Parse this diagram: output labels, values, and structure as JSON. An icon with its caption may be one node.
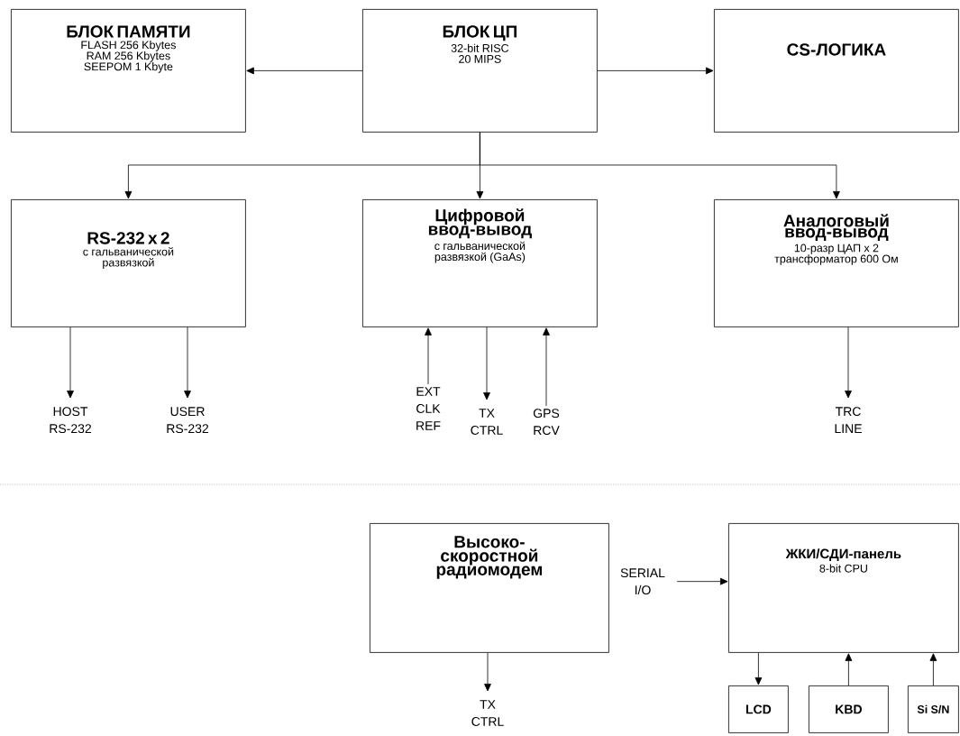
{
  "diagram": {
    "nodes": [
      {
        "text": [
          "БЛОК ПАМЯТИ",
          "FLASH 256 Kbytes RAM 256 Kbytes SEEPOM 1 Kbyte"
        ]
      },
      {
        "text": [
          "БЛОК ЦП",
          "32-bit RISC 20 MIPS"
        ]
      },
      {
        "text": [
          "CS-ЛОГИКА"
        ]
      },
      {
        "text": [
          "RS-232 x 2",
          "с гальванической развязкой"
        ]
      },
      {
        "text": [
          "Цифровой ввод-вывод",
          "с гальванической развязкой (GaAs)"
        ]
      },
      {
        "text": [
          "Аналоговый ввод-вывод",
          "10-разр ЦАП x 2 трансформатор 600 Ом"
        ]
      },
      {
        "text": [
          "HOST RS-232"
        ]
      },
      {
        "text": [
          "USER RS-232"
        ]
      },
      {
        "text": [
          "EXT CLK REF"
        ]
      },
      {
        "text": [
          "TX CTRL"
        ]
      },
      {
        "text": [
          "GPS RCV"
        ]
      },
      {
        "text": [
          "TRC LINE"
        ]
      },
      {
        "text": [
          "Высоко- скоростной радиомодем"
        ]
      },
      {
        "text": [
          "SERIAL I/O"
        ]
      },
      {
        "text": [
          "ЖКИ/СДИ-панель",
          "8-bit CPU"
        ]
      },
      {
        "text": [
          "TX CTRL"
        ]
      },
      {
        "text": [
          "LCD"
        ]
      },
      {
        "text": [
          "KBD"
        ]
      },
      {
        "text": [
          "Si S/N"
        ]
      }
    ],
    "edges": [
      {
        "from": 1,
        "to": 0,
        "arrow": "to"
      },
      {
        "from": 1,
        "to": 2,
        "arrow": "to"
      },
      {
        "from": 1,
        "to": 3,
        "arrow": "to"
      },
      {
        "from": 1,
        "to": 4,
        "arrow": "to"
      },
      {
        "from": 1,
        "to": 5,
        "arrow": "to"
      },
      {
        "from": 3,
        "to": 6,
        "arrow": "to"
      },
      {
        "from": 3,
        "to": 7,
        "arrow": "to"
      },
      {
        "from": 8,
        "to": 4,
        "arrow": "to"
      },
      {
        "from": 4,
        "to": 9,
        "arrow": "to"
      },
      {
        "from": 10,
        "to": 4,
        "arrow": "to"
      },
      {
        "from": 5,
        "to": 11,
        "arrow": "to"
      },
      {
        "from": 12,
        "to": 15,
        "arrow": "to"
      },
      {
        "from": 13,
        "to": 14,
        "arrow": "to"
      },
      {
        "from": 14,
        "to": 16,
        "arrow": "to"
      },
      {
        "from": 17,
        "to": 14,
        "arrow": "to"
      },
      {
        "from": 18,
        "to": 14,
        "arrow": "to"
      }
    ]
  }
}
